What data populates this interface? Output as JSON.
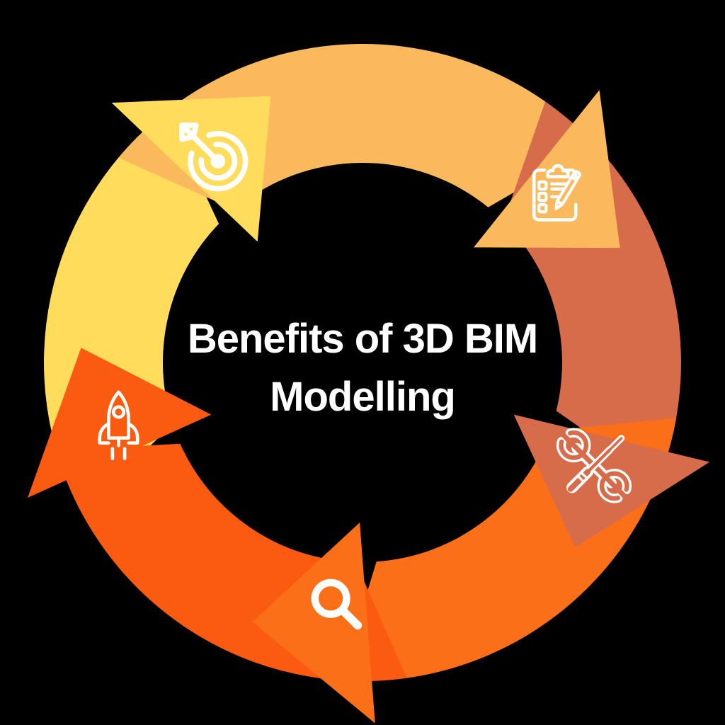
{
  "background": "#000000",
  "title": {
    "line1": "Benefits of 3D BIM",
    "line2": "Modelling",
    "color": "#FFFFFF"
  },
  "cycle": {
    "type": "circular-arrow-cycle",
    "direction": "clockwise",
    "center_text_position": "middle",
    "segments": [
      {
        "name": "target",
        "icon": "target-dart-icon",
        "color": "#FFDC5B",
        "tip_deg": 341
      },
      {
        "name": "checklist",
        "icon": "clipboard-checklist-icon",
        "color": "#FBB95D",
        "tip_deg": 66
      },
      {
        "name": "tools",
        "icon": "wrench-screwdriver-icon",
        "color": "#D76C4B",
        "tip_deg": 131
      },
      {
        "name": "search",
        "icon": "magnifier-icon",
        "color": "#FA6F17",
        "tip_deg": 203
      },
      {
        "name": "launch",
        "icon": "rocket-icon",
        "color": "#FA5B11",
        "tip_deg": 273
      }
    ],
    "icon_color": "#FFFFFF"
  }
}
